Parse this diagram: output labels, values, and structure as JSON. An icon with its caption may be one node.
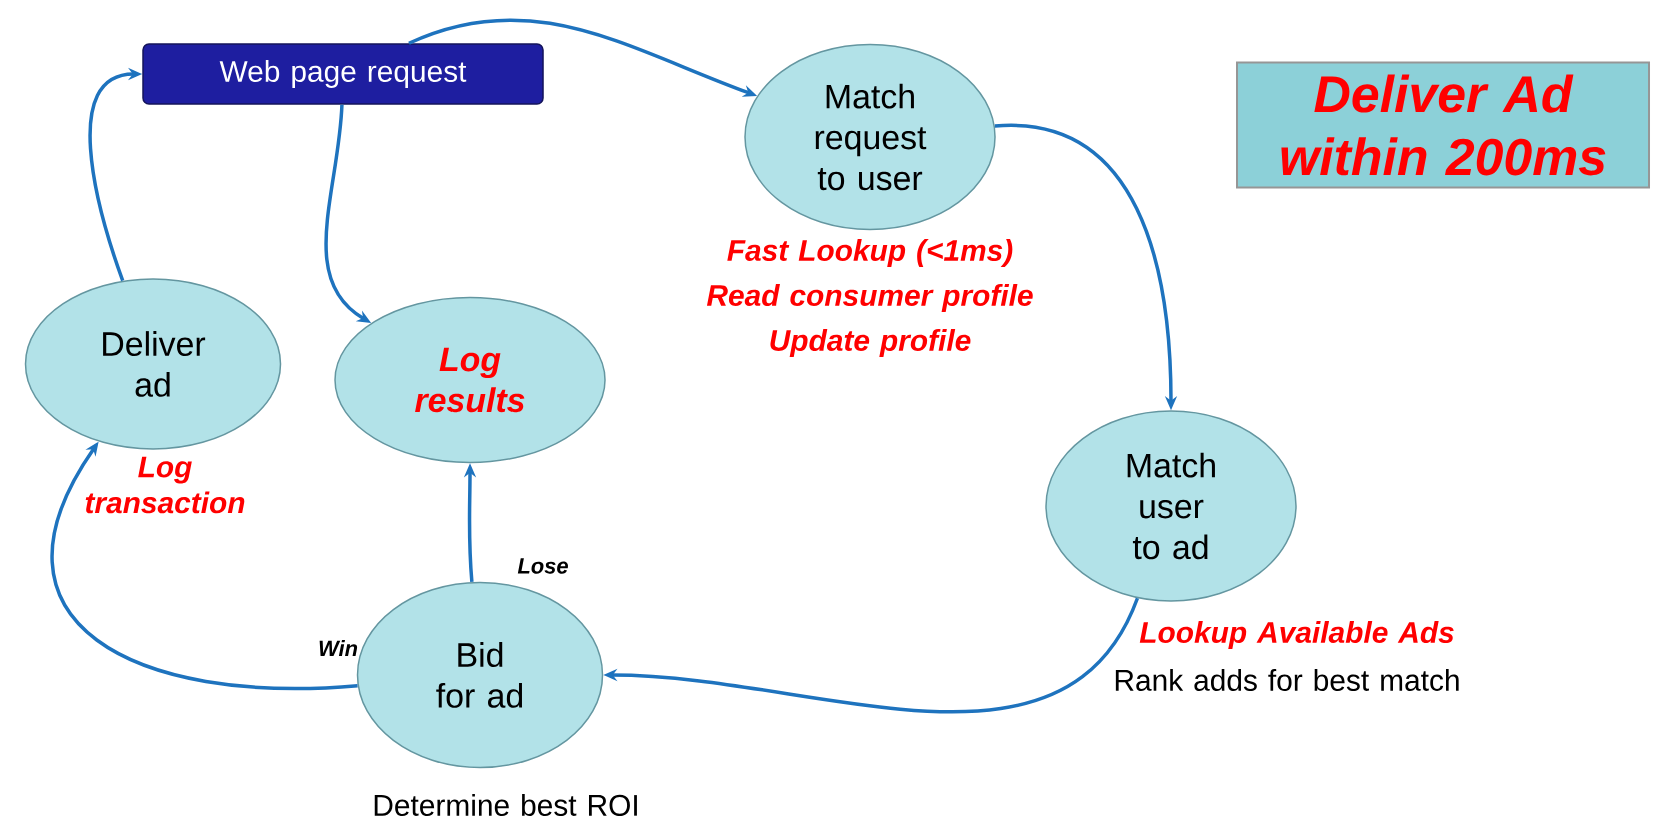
{
  "diagram": {
    "nodes": [
      {
        "text": [
          "Web page request"
        ]
      },
      {
        "text": [
          "Match request to user"
        ],
        "beside": [
          "Fast Lookup (<1ms)",
          "Read consumer profile",
          "Update profile"
        ]
      },
      {
        "text": [
          "Match user to ad"
        ],
        "beside": [
          "Lookup Available Ads",
          "Rank adds for best match"
        ]
      },
      {
        "text": [
          "Bid for ad"
        ],
        "beside": [
          "Determine best ROI"
        ]
      },
      {
        "text": [
          "Log results"
        ]
      },
      {
        "text": [
          "Deliver ad"
        ],
        "beside": [
          "Log transaction"
        ]
      },
      {
        "text": [
          "Deliver Ad within 200ms"
        ]
      }
    ],
    "edges": [
      {
        "from": 0,
        "to": 1,
        "arrow": "to"
      },
      {
        "from": 1,
        "to": 2,
        "arrow": "to"
      },
      {
        "from": 2,
        "to": 3,
        "arrow": "to"
      },
      {
        "from": 3,
        "to": 4,
        "arrow": "to",
        "label": "Lose"
      },
      {
        "from": 3,
        "to": 5,
        "arrow": "to",
        "label": "Win"
      },
      {
        "from": 5,
        "to": 0,
        "arrow": "to"
      },
      {
        "from": 0,
        "to": 4,
        "arrow": "to"
      }
    ]
  }
}
